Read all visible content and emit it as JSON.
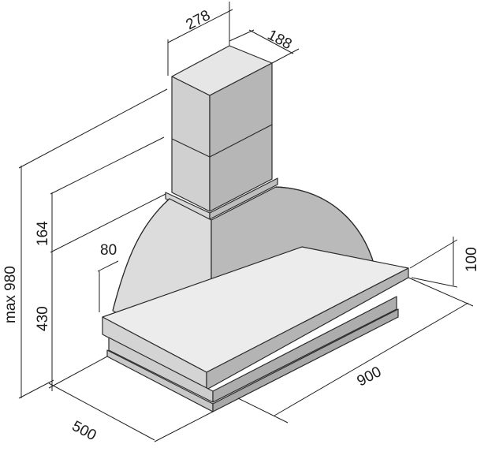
{
  "colors": {
    "face_light": "#e4e4e4",
    "face_mid": "#cfcfcf",
    "face_dark": "#b3b3b3",
    "line": "#2b2b2b"
  },
  "dimensions": {
    "chimney_width": "278",
    "chimney_depth": "188",
    "collar_height": "164",
    "curve_offset": "80",
    "max_height": "max 980",
    "hood_height": "430",
    "base_height": "100",
    "width": "900",
    "depth": "500"
  }
}
